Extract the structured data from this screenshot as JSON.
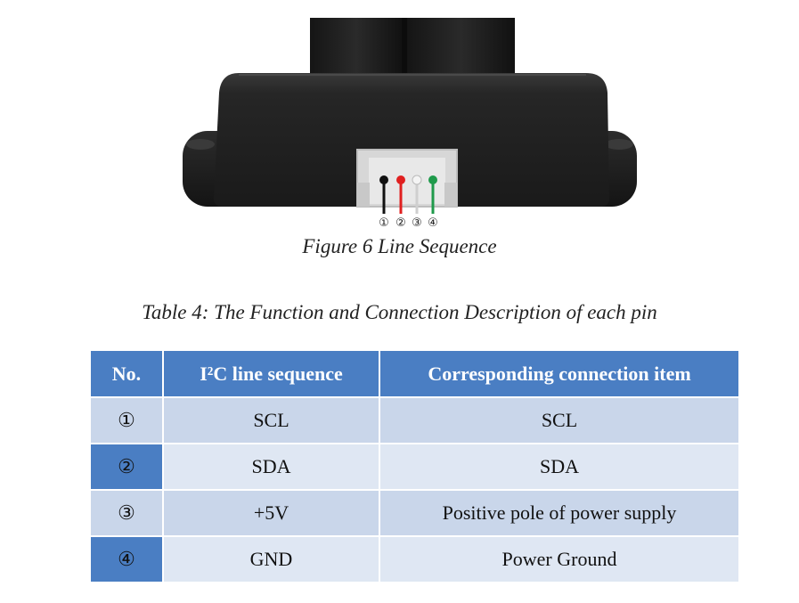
{
  "figure": {
    "caption": "Figure 6 Line Sequence",
    "wire_labels": [
      "①",
      "②",
      "③",
      "④"
    ],
    "wire_colors": [
      "#111111",
      "#e02020",
      "#f4f4f4",
      "#1f9a4b"
    ]
  },
  "table": {
    "caption": "Table 4: The Function and Connection Description of each pin",
    "headers": [
      "No.",
      "I²C line sequence",
      "Corresponding connection item"
    ],
    "rows": [
      [
        "①",
        "SCL",
        "SCL"
      ],
      [
        "②",
        "SDA",
        "SDA"
      ],
      [
        "③",
        "+5V",
        "Positive pole of power supply"
      ],
      [
        "④",
        "GND",
        "Power Ground"
      ]
    ],
    "header_color": "#4a7ec3",
    "row_color_light": "#dfe7f3",
    "row_color_dark": "#c9d6ea"
  }
}
